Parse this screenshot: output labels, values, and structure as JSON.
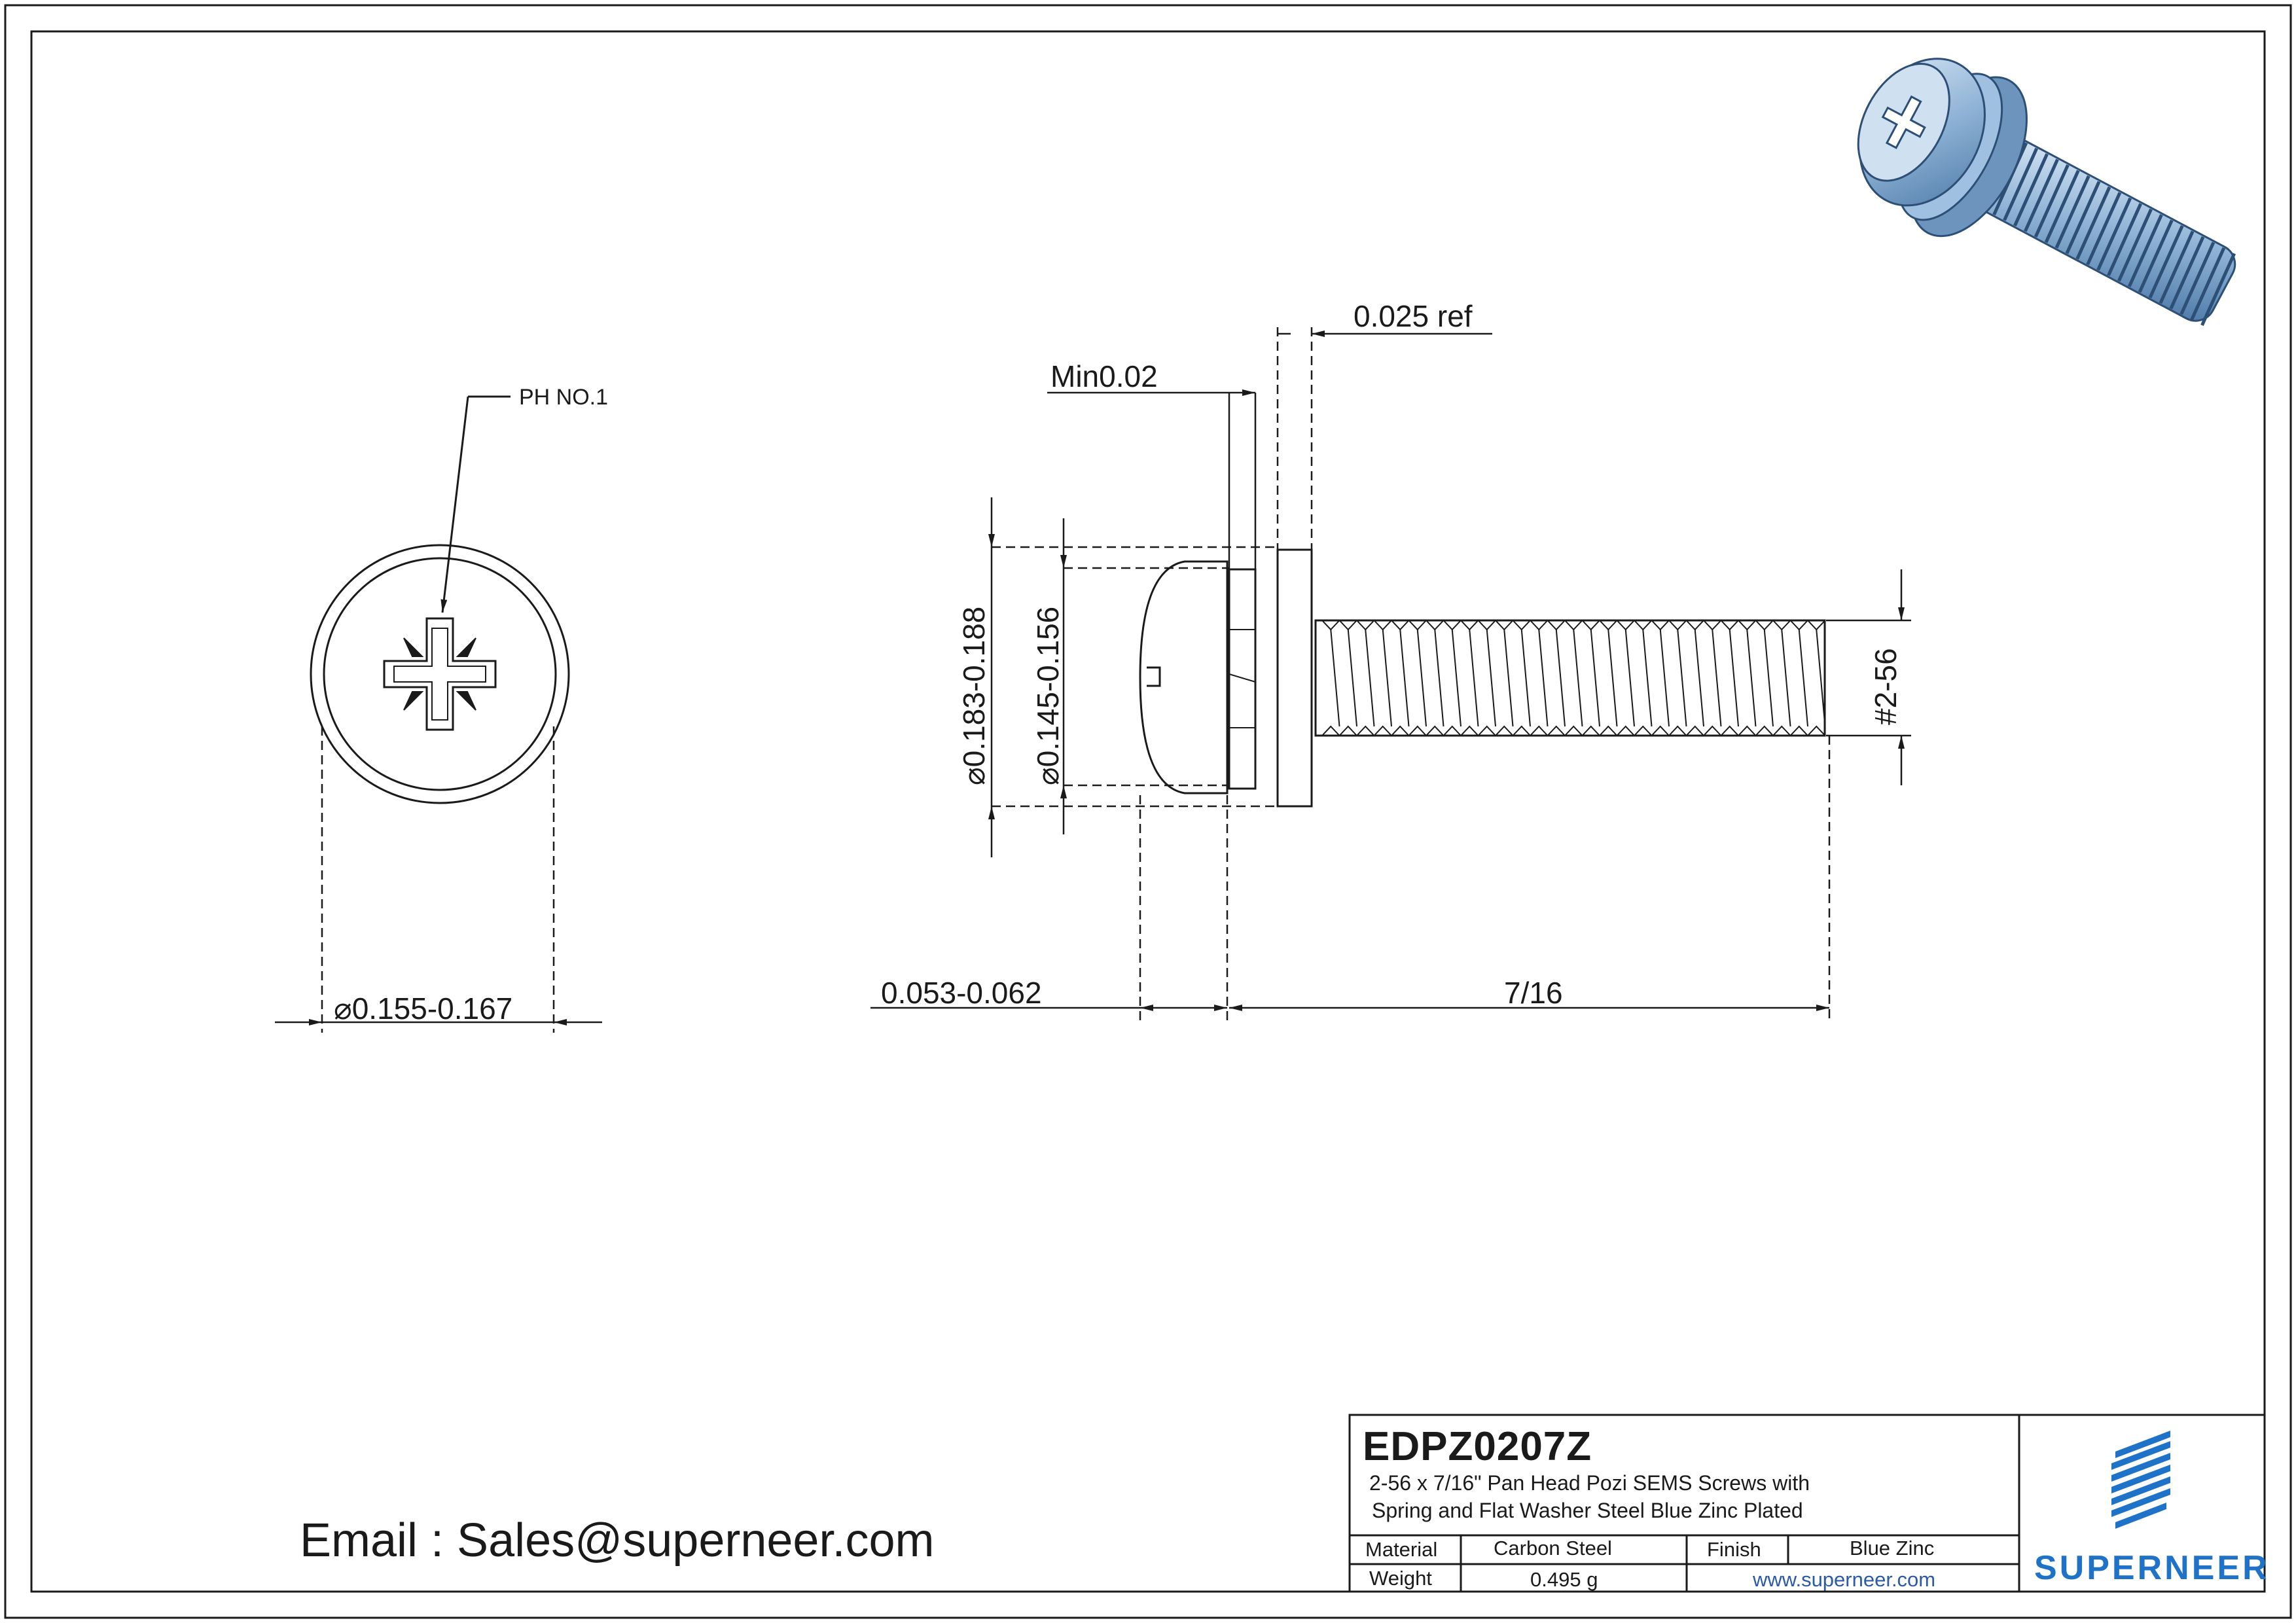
{
  "title_block": {
    "part_number": "EDPZ0207Z",
    "description_line1": "2-56 x 7/16\" Pan Head Pozi SEMS Screws with",
    "description_line2": "Spring and Flat Washer Steel Blue Zinc Plated",
    "material_label": "Material",
    "material_value": "Carbon Steel",
    "finish_label": "Finish",
    "finish_value": "Blue Zinc",
    "weight_label": "Weight",
    "weight_value": "0.495 g",
    "website": "www.superneer.com",
    "brand": "SUPERNEER"
  },
  "contact": {
    "email": "Email : Sales@superneer.com"
  },
  "dimensions": {
    "drive": "PH NO.1",
    "head_recess_dia": "0.155-0.167",
    "head_dia": "0.183-0.188",
    "washer_dia": "0.145-0.156",
    "min_gap": "Min0.02",
    "washer_ref": "0.025 ref",
    "head_height": "0.053-0.062",
    "length": "7/16",
    "thread": "#2-56",
    "dia_symbol": "⌀"
  },
  "colors": {
    "line": "#1a1a1a",
    "brand": "#1e72c8",
    "screw_blue": "#8fb3d6"
  },
  "icons": [
    "phillips-pozi-recess-icon",
    "superneer-logo-icon",
    "screw-3d-render-icon"
  ]
}
